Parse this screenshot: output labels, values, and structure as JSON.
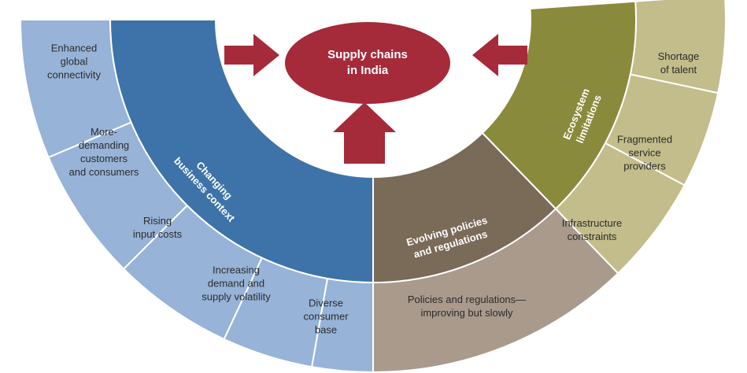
{
  "center": {
    "title_lines": [
      "Supply chains",
      "in India"
    ]
  },
  "categories": {
    "business_context": {
      "lines": [
        "Changing",
        "business context"
      ]
    },
    "ecosystem": {
      "lines": [
        "Ecosystem",
        "limitations"
      ]
    },
    "policies": {
      "lines": [
        "Evolving policies",
        "and regulations"
      ]
    }
  },
  "outer_items": {
    "global_connectivity": {
      "lines": [
        "Enhanced",
        "global",
        "connectivity"
      ]
    },
    "demanding_customers": {
      "lines": [
        "More-",
        "demanding",
        "customers",
        "and consumers"
      ]
    },
    "input_costs": {
      "lines": [
        "Rising",
        "input costs"
      ]
    },
    "demand_volatility": {
      "lines": [
        "Increasing",
        "demand and",
        "supply volatility"
      ]
    },
    "consumer_base": {
      "lines": [
        "Diverse",
        "consumer",
        "base"
      ]
    },
    "policies_slow": {
      "lines": [
        "Policies and regulations—",
        "improving but slowly"
      ]
    },
    "infrastructure": {
      "lines": [
        "Infrastructure",
        "constraints"
      ]
    },
    "service_providers": {
      "lines": [
        "Fragmented",
        "service",
        "providers"
      ]
    },
    "talent": {
      "lines": [
        "Shortage",
        "of talent"
      ]
    }
  },
  "colors": {
    "blue_dark": "#3d73a8",
    "blue_light": "#97b3d8",
    "olive_dark": "#8a8a3c",
    "olive_light": "#c2bd8a",
    "brown_dark": "#7a6a58",
    "brown_light": "#a99a8c",
    "red": "#a52a3a",
    "separator": "#ffffff"
  }
}
